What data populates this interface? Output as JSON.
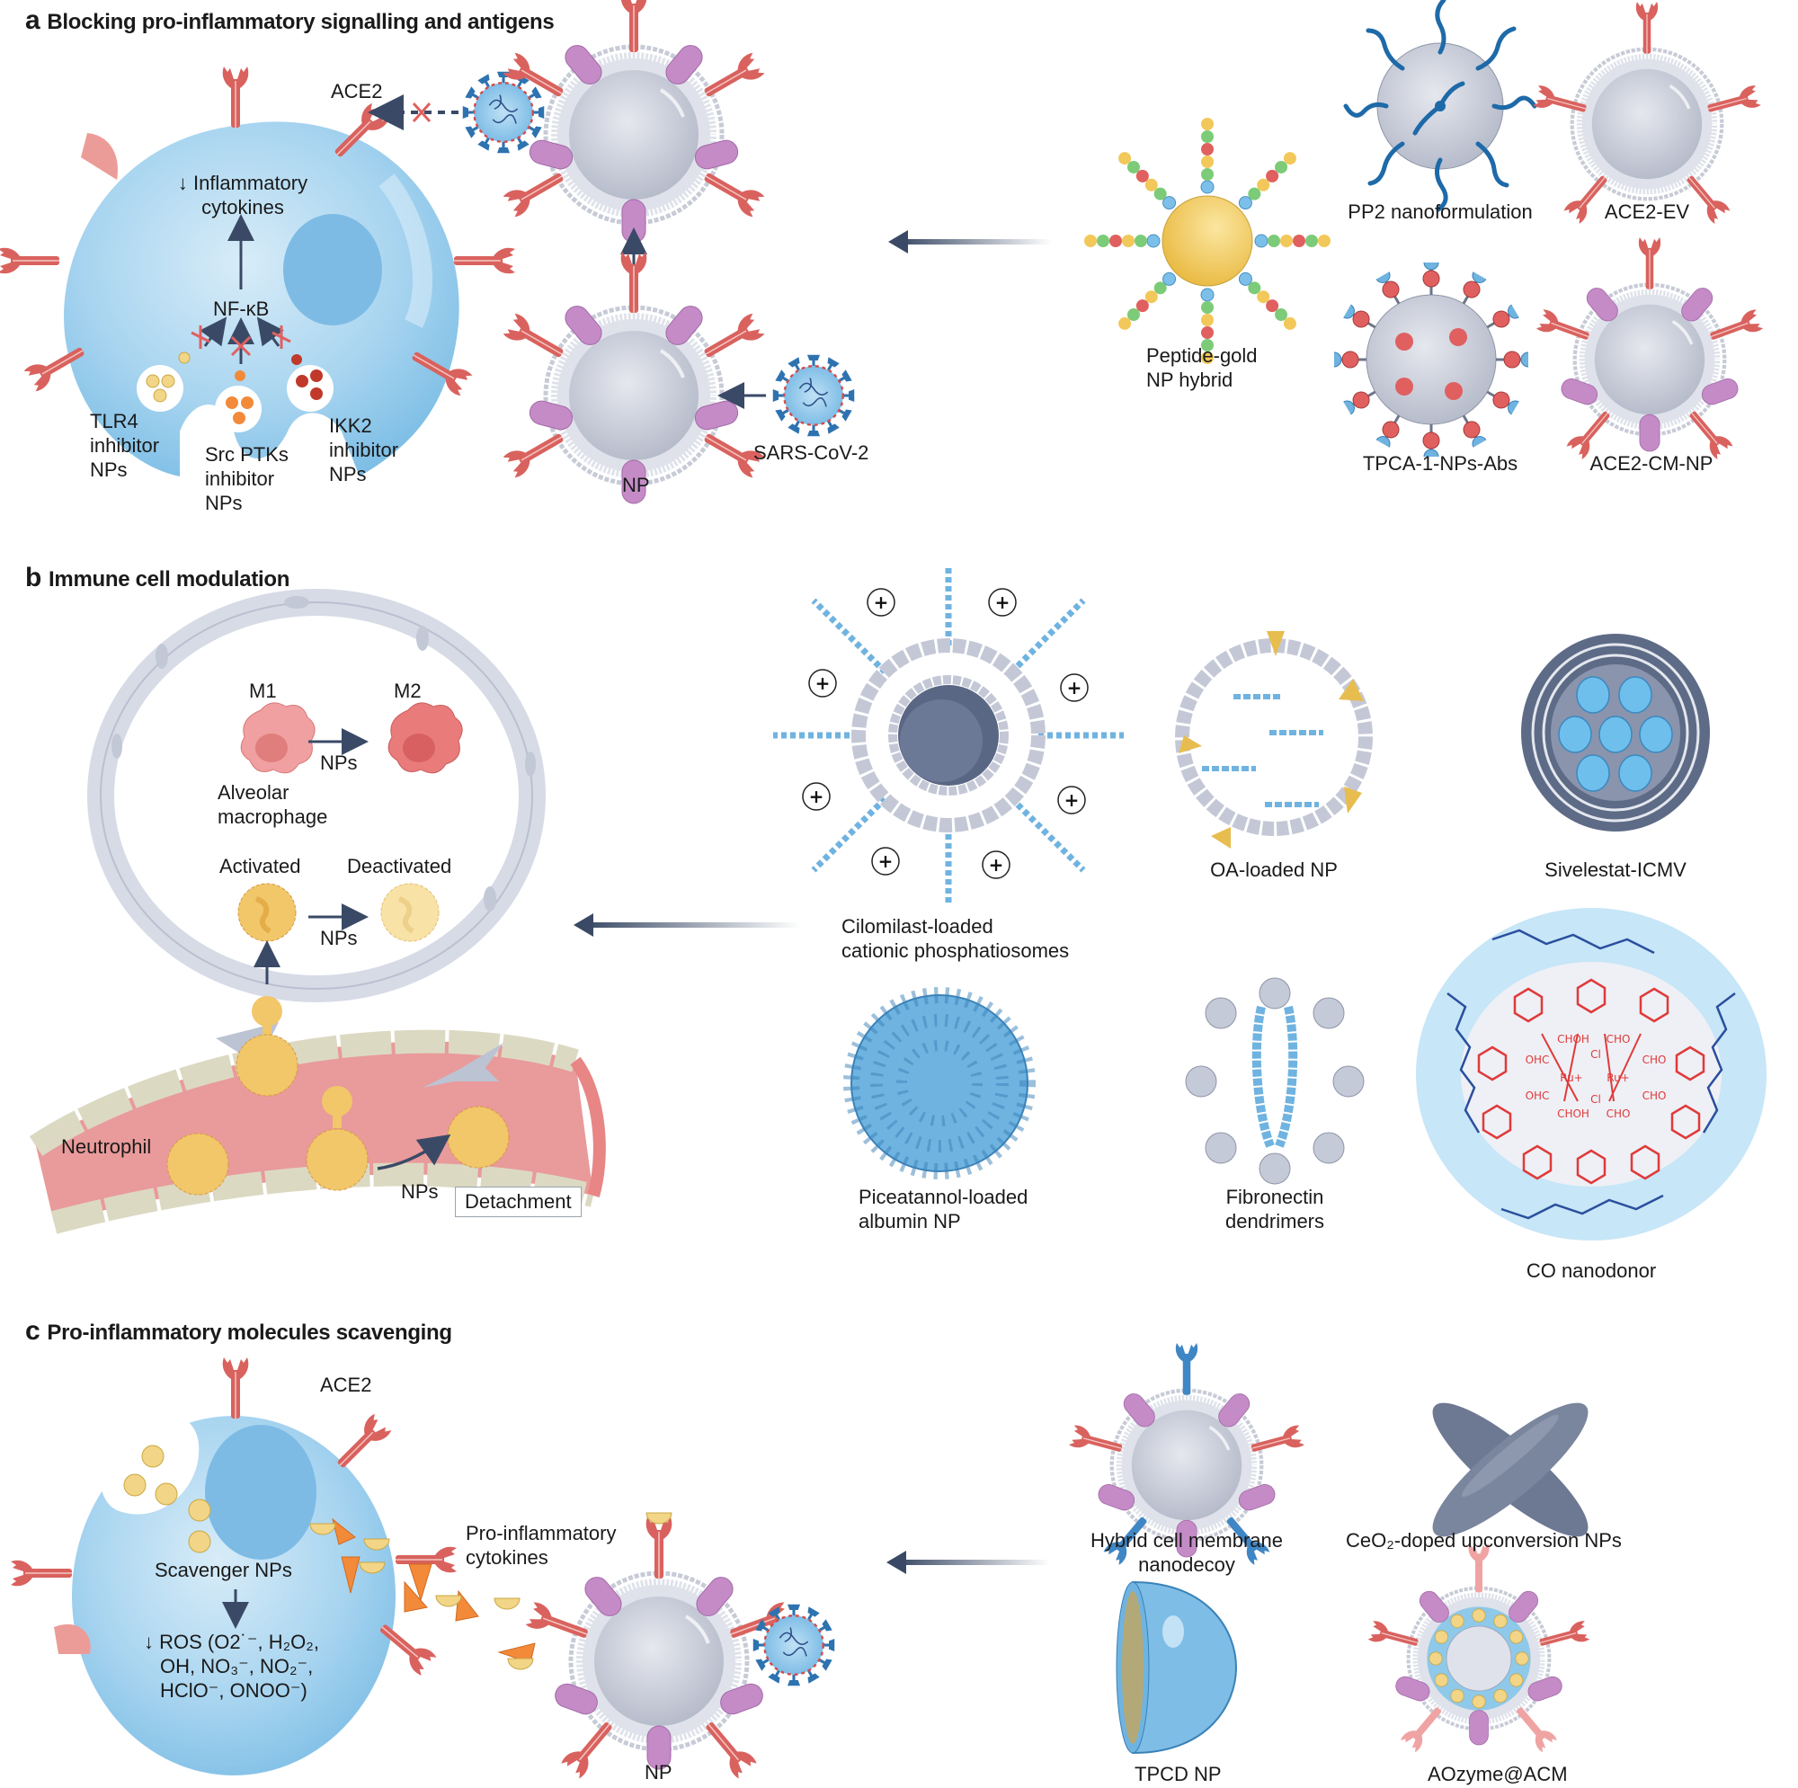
{
  "panels": {
    "a": {
      "letter": "a",
      "title": "Blocking pro-inflammatory signalling and antigens",
      "labels": {
        "ace2": "ACE2",
        "inflammatory": "↓ Inflammatory\ncytokines",
        "nfkb": "NF-κB",
        "tlr4": "TLR4\ninhibitor\nNPs",
        "src": "Src PTKs\ninhibitor\nNPs",
        "ikk2": "IKK2\ninhibitor\nNPs",
        "np": "NP",
        "sars": "SARS-CoV-2"
      },
      "examples": [
        "Peptide-gold\nNP hybrid",
        "PP2 nanoformulation",
        "ACE2-EV",
        "TPCA-1-NPs-Abs",
        "ACE2-CM-NP"
      ]
    },
    "b": {
      "letter": "b",
      "title": "Immune cell modulation",
      "labels": {
        "m1": "M1",
        "m2": "M2",
        "nps1": "NPs",
        "alveolar": "Alveolar\nmacrophage",
        "activated": "Activated",
        "deactivated": "Deactivated",
        "nps2": "NPs",
        "neutrophil": "Neutrophil",
        "nps3": "NPs",
        "detachment": "Detachment"
      },
      "examples": [
        "Cilomilast-loaded\ncationic phosphatiosomes",
        "OA-loaded NP",
        "Sivelestat-ICMV",
        "Piceatannol-loaded\nalbumin NP",
        "Fibronectin\ndendrimers",
        "CO nanodonor"
      ],
      "co_nanodonor_core": {
        "metal": "Ru+",
        "ligands": [
          "CHOH",
          "CHO",
          "OHC",
          "Cl"
        ]
      }
    },
    "c": {
      "letter": "c",
      "title": "Pro-inflammatory molecules scavenging",
      "labels": {
        "ace2": "ACE2",
        "scavenger": "Scavenger NPs",
        "ros_line1": "↓ ROS (O2˙⁻, H₂O₂,",
        "ros_line2": "OH, NO₃⁻, NO₂⁻,",
        "ros_line3": "HClO⁻, ONOO⁻)",
        "cytokines": "Pro-inflammatory\ncytokines",
        "np": "NP"
      },
      "examples": [
        "Hybrid cell membrane\nnanodecoy",
        "CeO₂-doped upconversion NPs",
        "TPCD NP",
        "AOzyme@ACM"
      ]
    }
  },
  "colors": {
    "cell_blue": "#8ec9ea",
    "nucleus_blue": "#6fb3e0",
    "receptor_red": "#d9625e",
    "np_grey": "#c9ccd8",
    "membrane_purple": "#c48bc7",
    "arrow_navy": "#3a4a66",
    "gold": "#f2c85a",
    "neutrophil_yellow": "#f3d27a",
    "vessel_pink": "#e99a9a",
    "macrophage_pink": "#ee8b8b"
  }
}
